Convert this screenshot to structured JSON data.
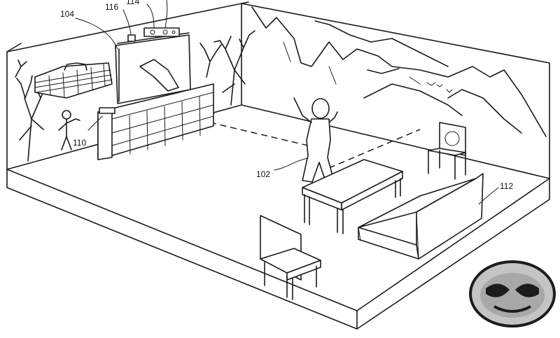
{
  "figure": {
    "labels": {
      "screen": "104",
      "sensor_a": "116",
      "sensor_b": "114",
      "user": "102",
      "console": "110",
      "sofa": "112"
    },
    "watermark": {
      "name": "monkey-logo",
      "color": "#bdbdbd"
    }
  }
}
